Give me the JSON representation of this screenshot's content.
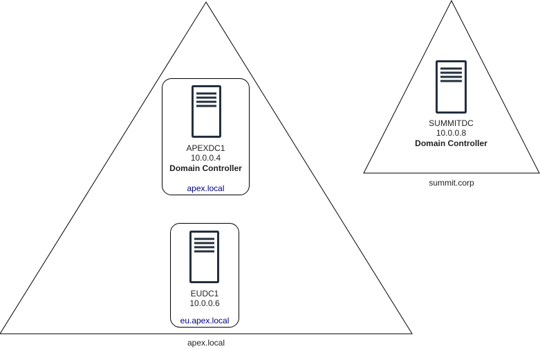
{
  "diagram": {
    "forests": [
      {
        "label": "apex.local"
      },
      {
        "label": "summit.corp"
      }
    ],
    "domains": [
      {
        "label": "apex.local"
      },
      {
        "label": "eu.apex.local"
      }
    ],
    "servers": [
      {
        "name": "APEXDC1",
        "ip": "10.0.0.4",
        "role": "Domain Controller"
      },
      {
        "name": "EUDC1",
        "ip": "10.0.0.6",
        "role": ""
      },
      {
        "name": "SUMMITDC",
        "ip": "10.0.0.8",
        "role": "Domain Controller"
      }
    ]
  }
}
